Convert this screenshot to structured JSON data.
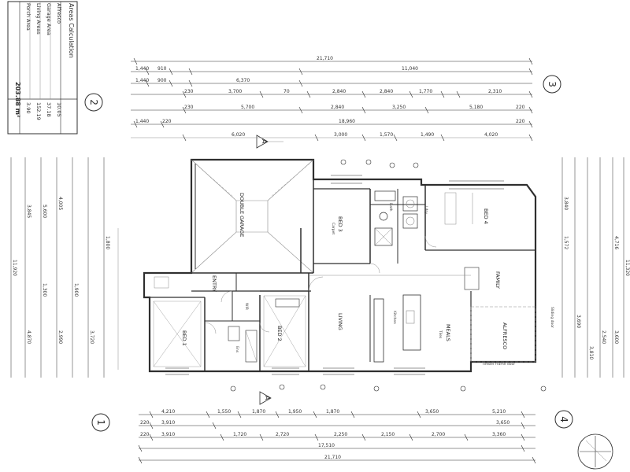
{
  "area_table": {
    "title": "Areas Calculation",
    "rows": [
      {
        "label": "Alfresco",
        "value": "10.05"
      },
      {
        "label": "Garage Area",
        "value": "37.18"
      },
      {
        "label": "Living Areas",
        "value": "152.19"
      },
      {
        "label": "Porch Area",
        "value": "3.90"
      }
    ],
    "total": "203.88 m²"
  },
  "grid_markers": [
    "1",
    "2",
    "3",
    "4"
  ],
  "section_markers": [
    "A",
    "A"
  ],
  "rooms": {
    "double_garage": "DOUBLE GARAGE",
    "bed3": "BED 3",
    "bed4": "BED 4",
    "family": "FAMILY",
    "living": "LIVING",
    "meals": "MEALS",
    "alfresco": "ALFRESCO",
    "bed2": "BED 2",
    "bed1": "BED 1",
    "entry": "ENTRY",
    "bath": "Bath",
    "ldry": "Ldry",
    "wir": "WIR",
    "ens": "Ens",
    "kitchen": "Kitchen",
    "carpet": "Carpet",
    "tiles": "Tiles"
  },
  "notes": {
    "timber_sill": "Timber frame door",
    "sliding_door": "Sliding door"
  },
  "top_dims": {
    "overall": "21,710",
    "row1_mid": "11,040",
    "row1_a": "1,440",
    "row1_b": "910",
    "row2_a": "1,440",
    "row2_b": "900",
    "row2_c": "6,370",
    "row3_a": "3,700",
    "row3_b": "2,840",
    "row3_c": "2,840",
    "row3_d": "1,770",
    "row3_e": "2,310",
    "row4_a": "5,700",
    "row4_b": "2,840",
    "row4_c": "3,250",
    "row4_d": "5,180",
    "row5_a": "1,440",
    "row5_b": "18,960",
    "row6_a": "6,020",
    "row6_b": "3,000",
    "row6_c": "1,570",
    "row6_d": "1,490",
    "row6_e": "4,020",
    "small_70": "70",
    "small_230": "230",
    "small_220": "220"
  },
  "bottom_dims": {
    "overall": "21,710",
    "row1_a": "4,210",
    "row1_b": "1,550",
    "row1_c": "1,870",
    "row1_d": "1,950",
    "row1_e": "1,870",
    "row1_f": "3,650",
    "row1_g": "5,210",
    "row2_a": "3,910",
    "row2_b": "3,650",
    "row3_a": "3,910",
    "row3_b": "1,720",
    "row3_c": "2,720",
    "row3_d": "2,250",
    "row3_e": "2,150",
    "row3_f": "2,700",
    "row3_g": "3,360",
    "row4": "17,510",
    "small_220": "220"
  },
  "left_dims": {
    "overall": "11,920",
    "a": "3,845",
    "b": "5,600",
    "c": "4,870",
    "d": "1,300",
    "e": "4,005",
    "f": "3,720",
    "g": "1,900",
    "h": "2,990",
    "i": "1,800"
  },
  "right_dims": {
    "overall": "11,320",
    "a": "3,840",
    "b": "4,716",
    "c": "1,572",
    "d": "3,690",
    "e": "3,600",
    "f": "3,810",
    "g": "2,540"
  }
}
